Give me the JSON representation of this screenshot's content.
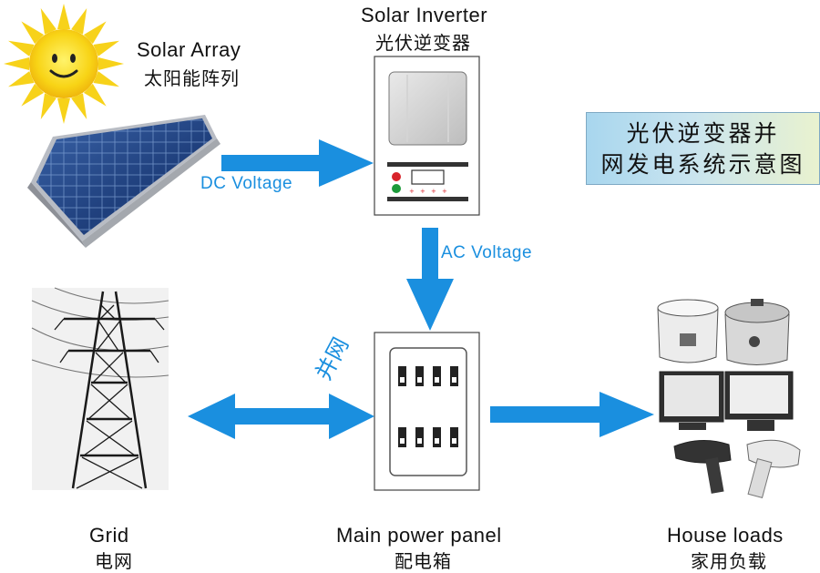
{
  "title": {
    "line1": "光伏逆变器并",
    "line2": "网发电系统示意图"
  },
  "solar_array": {
    "en": "Solar Array",
    "zh": "太阳能阵列"
  },
  "inverter": {
    "en": "Solar Inverter",
    "zh": "光伏逆变器"
  },
  "grid": {
    "en": "Grid",
    "zh": "电网"
  },
  "panel": {
    "en": "Main power panel",
    "zh": "配电箱"
  },
  "loads": {
    "en": "House loads",
    "zh": "家用负载"
  },
  "arrows": {
    "dc": "DC Voltage",
    "ac": "AC Voltage",
    "grid_tie": "并网"
  },
  "colors": {
    "arrow": "#1a8fdf",
    "sun": "#f7d21a",
    "title_bg": "#bfe0ee"
  },
  "icons": [
    "sun-icon",
    "solar-panel-icon",
    "pylon-icon",
    "rice-cooker-icon",
    "pressure-cooker-icon",
    "monitor-icon",
    "hair-dryer-icon"
  ]
}
